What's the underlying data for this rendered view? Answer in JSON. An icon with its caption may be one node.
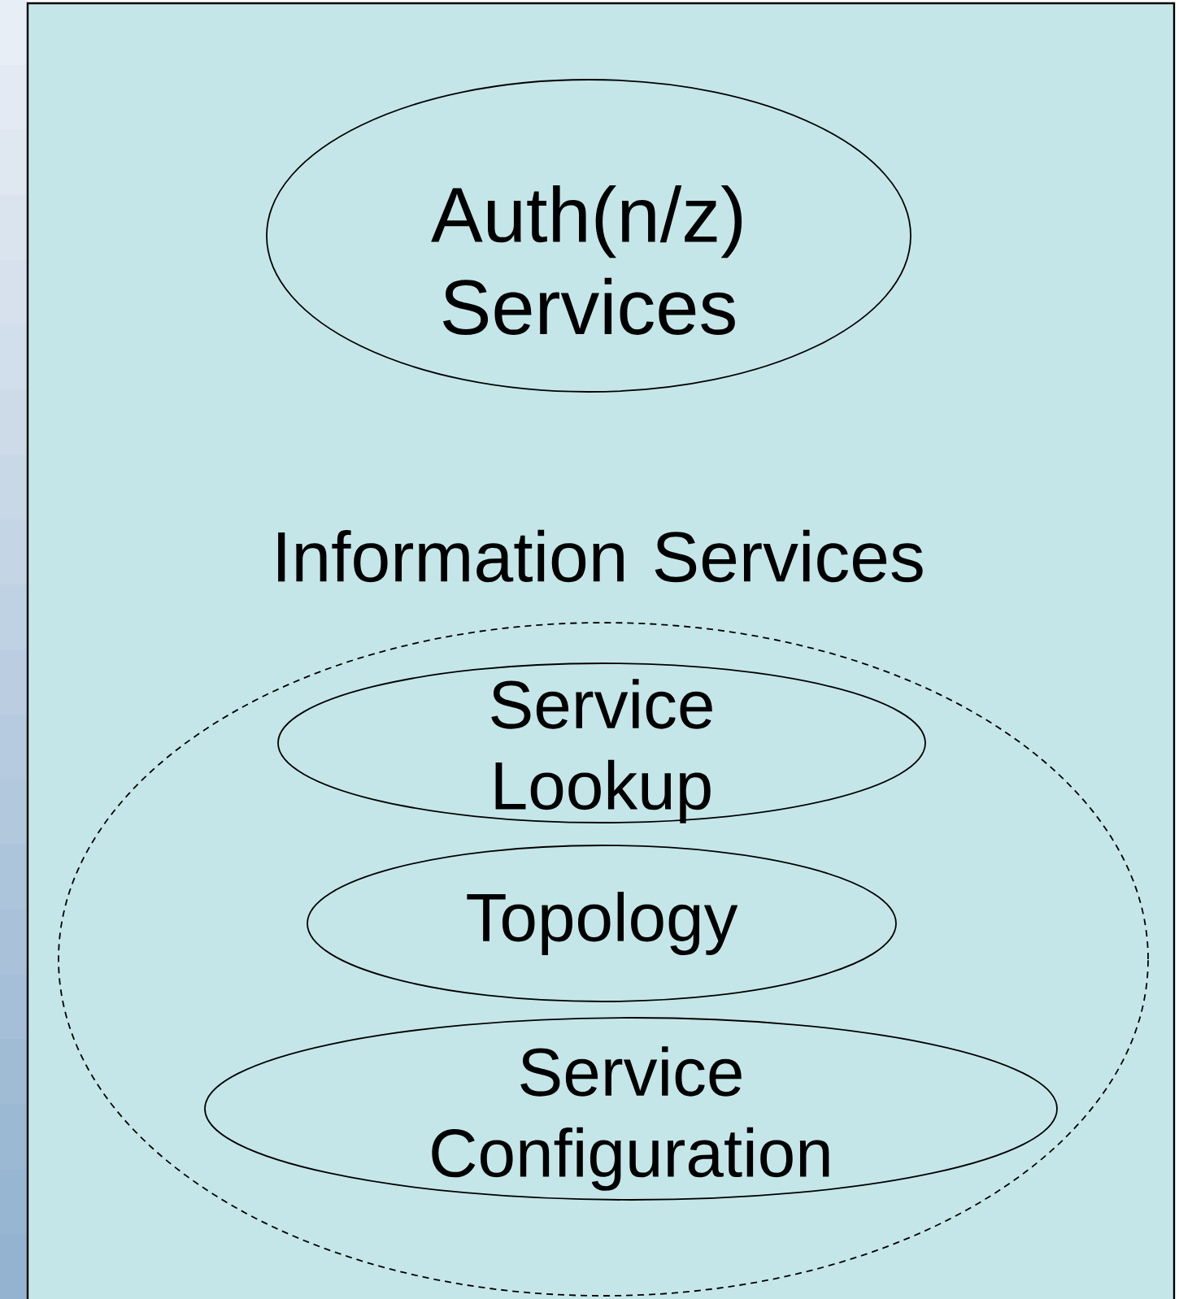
{
  "diagram": {
    "nodes": [
      {
        "text": [
          "Auth(n/z) Services"
        ]
      },
      {
        "text": [
          "Information Services"
        ]
      },
      {
        "text": [
          "Service Lookup"
        ],
        "in": 1
      },
      {
        "text": [
          "Topology"
        ],
        "in": 1
      },
      {
        "text": [
          "Service Configuration"
        ],
        "in": 1
      }
    ]
  }
}
